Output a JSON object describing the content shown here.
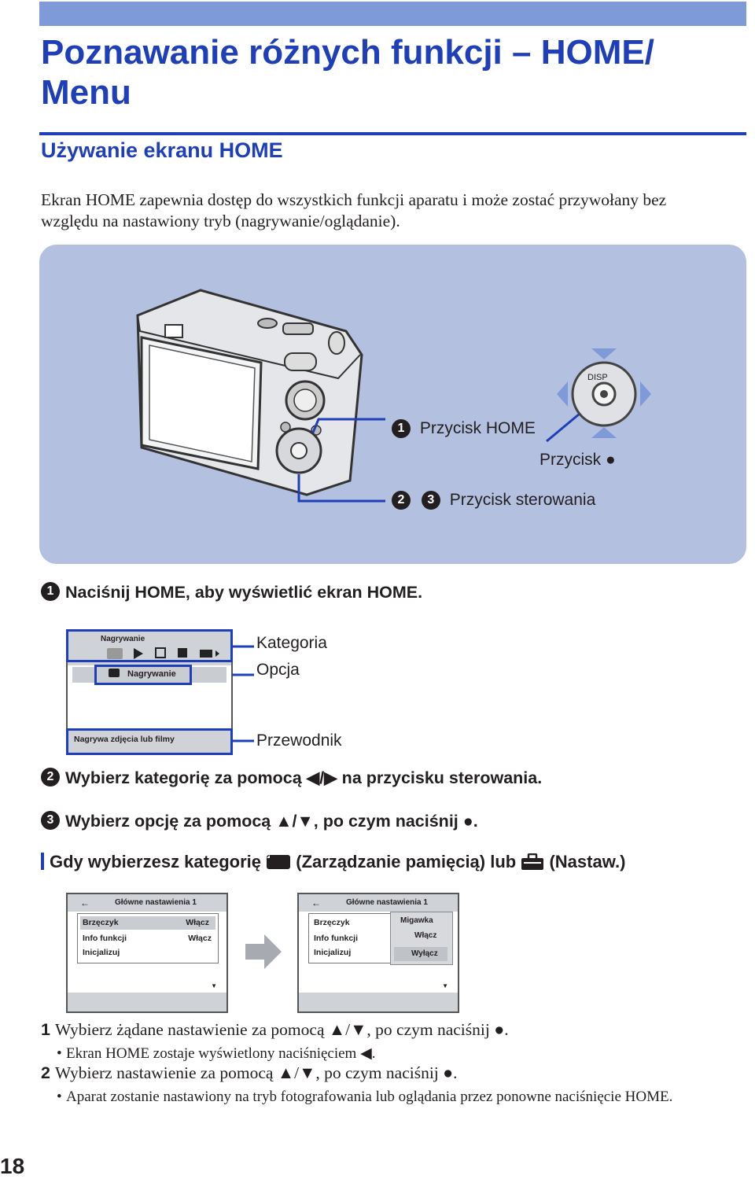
{
  "header": {
    "title": "Poznawanie różnych funkcji – HOME/ Menu",
    "subtitle": "Używanie ekranu HOME",
    "intro": "Ekran HOME zapewnia dostęp do wszystkich funkcji aparatu i może zostać przywołany bez względu na nastawiony tryb (nagrywanie/oglądanie)."
  },
  "diagram": {
    "home_label": "Przycisk HOME",
    "center_label": "Przycisk ●",
    "control_label": "Przycisk sterowania",
    "disp": "DISP",
    "num1": "1",
    "num2": "2",
    "num3": "3"
  },
  "steps": {
    "s1_num": "1",
    "s1": "Naciśnij HOME, aby wyświetlić ekran HOME.",
    "s2_num": "2",
    "s2": "Wybierz kategorię za pomocą ◀/▶ na przycisku sterowania.",
    "s3_num": "3",
    "s3": "Wybierz opcję za pomocą ▲/▼, po czym naciśnij ●."
  },
  "home_screen": {
    "category_title": "Nagrywanie",
    "option_label": "Nagrywanie",
    "guide_text": "Nagrywa zdjęcia lub filmy",
    "callout_category": "Kategoria",
    "callout_option": "Opcja",
    "callout_guide": "Przewodnik"
  },
  "note": {
    "prefix": "Gdy wybierzesz kategorię",
    "middle": "(Zarządzanie pamięcią) lub",
    "suffix": "(Nastaw.)"
  },
  "settings_screen": {
    "title": "Główne nastawienia 1",
    "back": "←",
    "rows": [
      {
        "label": "Brzęczyk",
        "value": "Włącz"
      },
      {
        "label": "Info funkcji",
        "value": "Włącz"
      },
      {
        "label": "Inicjalizuj",
        "value": ""
      }
    ],
    "popup": [
      "Migawka",
      "Włącz",
      "Wyłącz"
    ]
  },
  "instructions": {
    "i1_num": "1",
    "i1": "Wybierz żądane nastawienie za pomocą ▲/▼, po czym naciśnij ●.",
    "i1_bullet": "Ekran HOME zostaje wyświetlony naciśnięciem ◀.",
    "i2_num": "2",
    "i2": "Wybierz nastawienie za pomocą ▲/▼, po czym naciśnij ●.",
    "i2_bullet": "Aparat zostanie nastawiony na tryb fotografowania lub oglądania przez ponowne naciśnięcie HOME."
  },
  "page_number": "18",
  "colors": {
    "accent": "#1f3fb8",
    "band": "#7e9ad8",
    "diagram_bg": "#b3c0e0"
  }
}
